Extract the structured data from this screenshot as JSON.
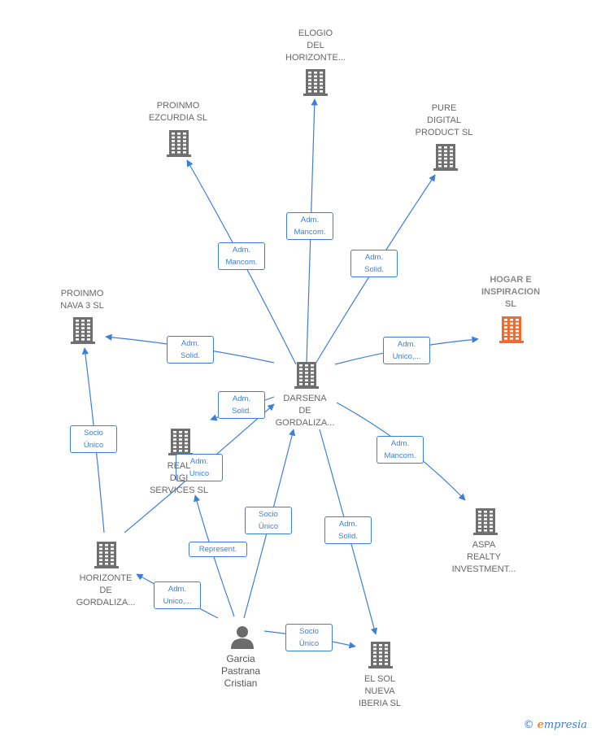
{
  "colors": {
    "edge": "#3e7fd6",
    "building": "#6f6f6f",
    "highlight": "#f26a2e"
  },
  "nodes": [
    {
      "id": "elogio",
      "label": "ELOGIO\nDEL\nHORIZONTE...",
      "icon": "building-icon"
    },
    {
      "id": "proinmo_ezcurdia",
      "label": "PROINMO\nEZCURDIA  SL",
      "icon": "building-icon"
    },
    {
      "id": "pure_digital",
      "label": "PURE\nDIGITAL\nPRODUCT  SL",
      "icon": "building-icon"
    },
    {
      "id": "hogar",
      "label": "HOGAR E\nINSPIRACION\nSL",
      "icon": "building-icon",
      "highlight": true
    },
    {
      "id": "proinmo_nava",
      "label": "PROINMO\nNAVA 3  SL",
      "icon": "building-icon"
    },
    {
      "id": "darsena",
      "label": "DARSENA\nDE\nGORDALIZA...",
      "icon": "building-icon"
    },
    {
      "id": "real_digi",
      "label": "REAL\nDIGI\nSERVICES  SL",
      "icon": "building-icon"
    },
    {
      "id": "aspa",
      "label": "ASPA\nREALTY\nINVESTMENT...",
      "icon": "building-icon"
    },
    {
      "id": "horizonte",
      "label": "HORIZONTE\nDE\nGORDALIZA...",
      "icon": "building-icon"
    },
    {
      "id": "garcia",
      "label": "Garcia\nPastrana\nCristian",
      "icon": "person-icon"
    },
    {
      "id": "el_sol",
      "label": "EL SOL\nNUEVA\nIBERIA  SL",
      "icon": "building-icon"
    }
  ],
  "edges": [
    {
      "from": "darsena",
      "to": "elogio",
      "label": "Adm.\nMancom."
    },
    {
      "from": "darsena",
      "to": "proinmo_ezcurdia",
      "label": "Adm.\nMancom."
    },
    {
      "from": "darsena",
      "to": "pure_digital",
      "label": "Adm.\nSolid."
    },
    {
      "from": "darsena",
      "to": "hogar",
      "label": "Adm.\nUnico,..."
    },
    {
      "from": "darsena",
      "to": "proinmo_nava",
      "label": "Adm.\nSolid."
    },
    {
      "from": "darsena",
      "to": "real_digi",
      "label": "Adm.\nSolid."
    },
    {
      "from": "darsena",
      "to": "aspa",
      "label": "Adm.\nMancom."
    },
    {
      "from": "darsena",
      "to": "el_sol",
      "label": "Adm.\nSolid."
    },
    {
      "from": "horizonte",
      "to": "proinmo_nava",
      "label": "Socio\nÚnico"
    },
    {
      "from": "horizonte",
      "to": "darsena",
      "label": "Adm.\nUnico"
    },
    {
      "from": "garcia",
      "to": "real_digi",
      "label": "Represent."
    },
    {
      "from": "garcia",
      "to": "darsena",
      "label": "Socio\nÚnico"
    },
    {
      "from": "garcia",
      "to": "horizonte",
      "label": "Adm.\nUnico,..."
    },
    {
      "from": "garcia",
      "to": "el_sol",
      "label": "Socio\nÚnico"
    }
  ],
  "brand": {
    "copyright": "©",
    "name_initial": "e",
    "name_rest": "mpresia"
  }
}
